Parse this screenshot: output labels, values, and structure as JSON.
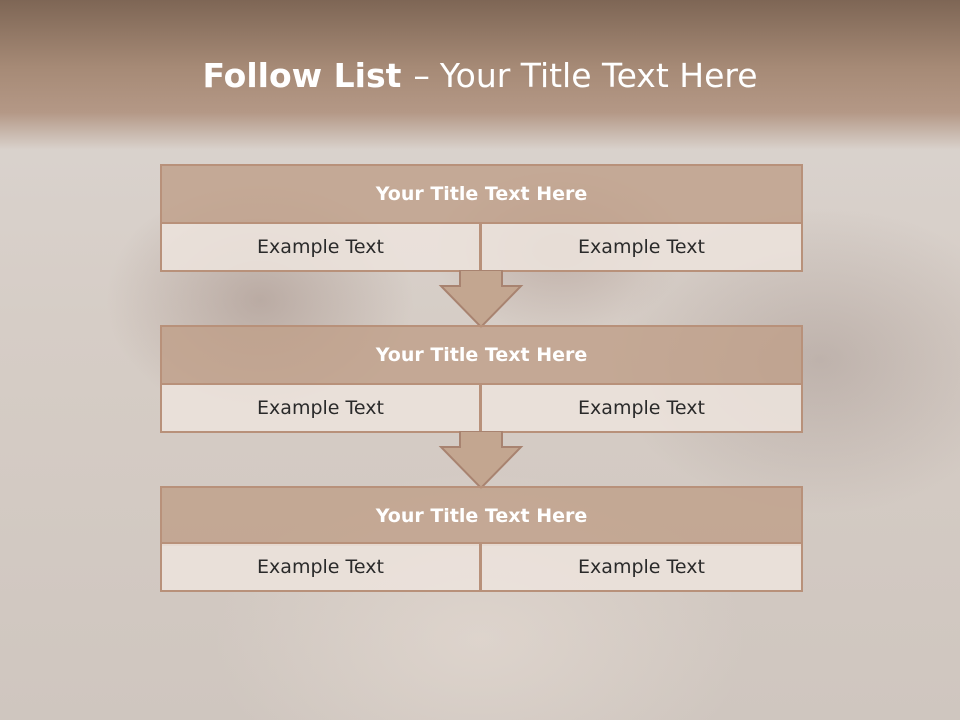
{
  "slide": {
    "title_bold": "Follow List",
    "title_separator": "–",
    "title_rest": "Your Title Text Here"
  },
  "blocks": [
    {
      "title": "Your Title Text Here",
      "left": "Example Text",
      "right": "Example Text"
    },
    {
      "title": "Your Title Text Here",
      "left": "Example Text",
      "right": "Example Text"
    },
    {
      "title": "Your Title Text Here",
      "left": "Example Text",
      "right": "Example Text"
    }
  ],
  "colors": {
    "header": "#a68a76",
    "box_title": "#c0a08a",
    "box_border": "#b8917a",
    "cell_fill": "#ece2dc"
  }
}
